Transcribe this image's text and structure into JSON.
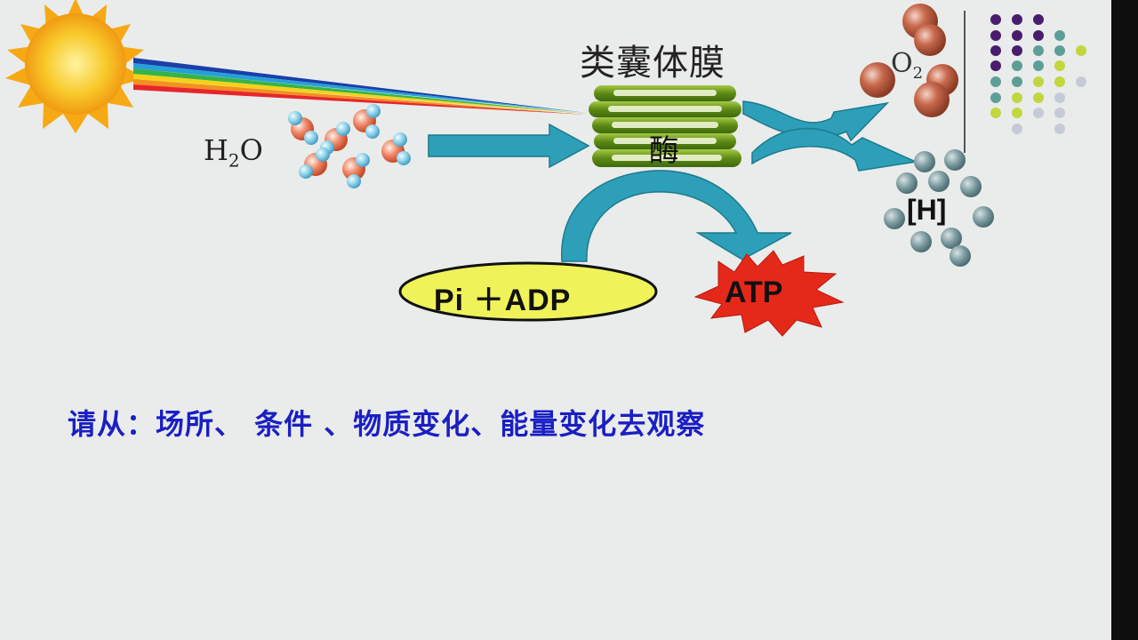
{
  "diagram": {
    "membrane_label": "类囊体膜",
    "enzyme_label": "酶",
    "water_label": "H",
    "water_sub": "2",
    "water_tail": "O",
    "oxygen_label": "O",
    "oxygen_sub": "2",
    "hydrogen_label": "[H]",
    "reactants_label": "Pi ＋ADP",
    "product_label": "ATP",
    "prompt_text": "请从：场所、 条件 、物质变化、能量变化去观察"
  },
  "colors": {
    "arrow": "#2e9fb8",
    "membrane": "#6f9a1e",
    "ellipse_fill": "#f0f25a",
    "burst_fill": "#e4281a",
    "sun": "#f5b81c",
    "prompt_text": "#1a1fc4",
    "dot_purple": "#4a1c6e",
    "dot_teal": "#5e9e98",
    "dot_lime": "#c2d640",
    "dot_gray": "#c5cbd6"
  },
  "icons": [
    "sun-icon",
    "water-molecule-icon",
    "oxygen-molecule-icon",
    "hydrogen-particle-icon",
    "starburst-icon",
    "decorative-dot-grid"
  ]
}
